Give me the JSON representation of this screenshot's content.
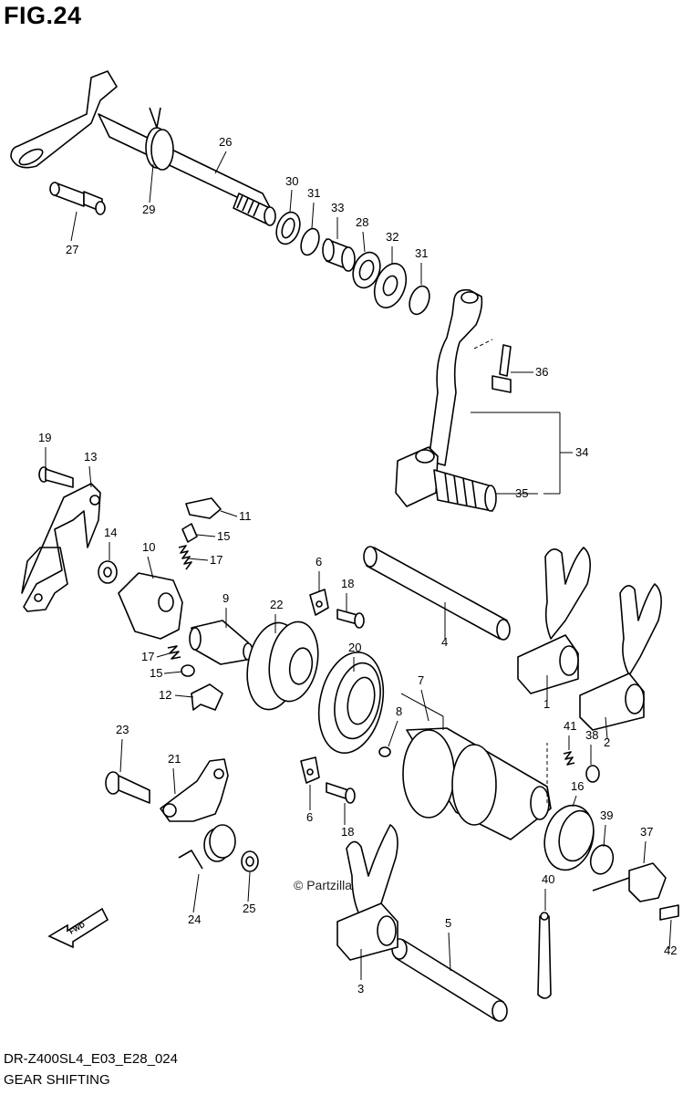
{
  "figure": {
    "title": "FIG.24",
    "model_code": "DR-Z400SL4_E03_E28_024",
    "subtitle": "GEAR SHIFTING",
    "watermark": "© Partzilla.com",
    "arrow_label": "FWD"
  },
  "callouts": [
    {
      "id": "26",
      "text": "26"
    },
    {
      "id": "29",
      "text": "29"
    },
    {
      "id": "27",
      "text": "27"
    },
    {
      "id": "30",
      "text": "30"
    },
    {
      "id": "31a",
      "text": "31"
    },
    {
      "id": "33",
      "text": "33"
    },
    {
      "id": "28",
      "text": "28"
    },
    {
      "id": "32",
      "text": "32"
    },
    {
      "id": "31b",
      "text": "31"
    },
    {
      "id": "36",
      "text": "36"
    },
    {
      "id": "34",
      "text": "34"
    },
    {
      "id": "35",
      "text": "35"
    },
    {
      "id": "19",
      "text": "19"
    },
    {
      "id": "13",
      "text": "13"
    },
    {
      "id": "14",
      "text": "14"
    },
    {
      "id": "10",
      "text": "10"
    },
    {
      "id": "11",
      "text": "11"
    },
    {
      "id": "15a",
      "text": "15"
    },
    {
      "id": "17a",
      "text": "17"
    },
    {
      "id": "9",
      "text": "9"
    },
    {
      "id": "17b",
      "text": "17"
    },
    {
      "id": "15b",
      "text": "15"
    },
    {
      "id": "12",
      "text": "12"
    },
    {
      "id": "22",
      "text": "22"
    },
    {
      "id": "6a",
      "text": "6"
    },
    {
      "id": "18a",
      "text": "18"
    },
    {
      "id": "20",
      "text": "20"
    },
    {
      "id": "4",
      "text": "4"
    },
    {
      "id": "7",
      "text": "7"
    },
    {
      "id": "8",
      "text": "8"
    },
    {
      "id": "1",
      "text": "1"
    },
    {
      "id": "2",
      "text": "2"
    },
    {
      "id": "41",
      "text": "41"
    },
    {
      "id": "38",
      "text": "38"
    },
    {
      "id": "16",
      "text": "16"
    },
    {
      "id": "39",
      "text": "39"
    },
    {
      "id": "37",
      "text": "37"
    },
    {
      "id": "40",
      "text": "40"
    },
    {
      "id": "42",
      "text": "42"
    },
    {
      "id": "23",
      "text": "23"
    },
    {
      "id": "21",
      "text": "21"
    },
    {
      "id": "24",
      "text": "24"
    },
    {
      "id": "25",
      "text": "25"
    },
    {
      "id": "6b",
      "text": "6"
    },
    {
      "id": "18b",
      "text": "18"
    },
    {
      "id": "5",
      "text": "5"
    },
    {
      "id": "3",
      "text": "3"
    }
  ]
}
